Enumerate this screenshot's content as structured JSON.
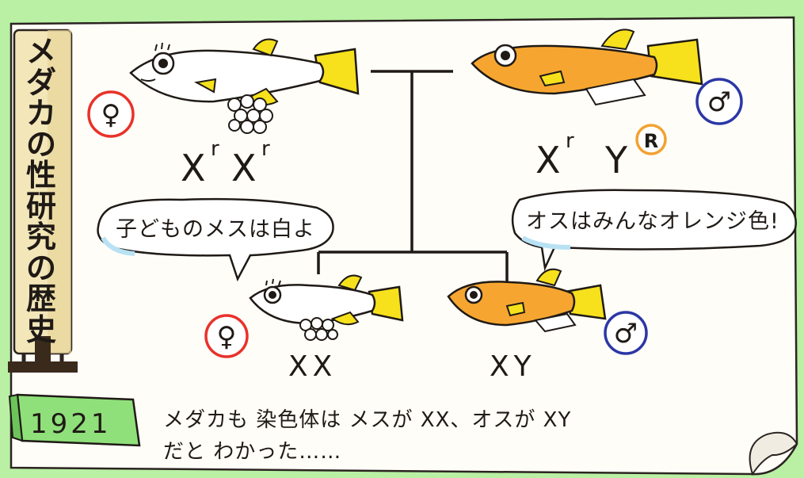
{
  "scroll_title": "メダカの性研究の歴史",
  "parents": {
    "female": {
      "symbol": "♀",
      "genotype_base": "X",
      "genotype_sup": "r"
    },
    "male": {
      "symbol": "♂",
      "genotype_base": "X",
      "genotype_sup": "r",
      "y_base": "Y",
      "y_badge": "R"
    }
  },
  "offspring": {
    "female": {
      "symbol": "♀",
      "genotype": "XX"
    },
    "male": {
      "symbol": "♂",
      "genotype": "XY"
    }
  },
  "bubbles": {
    "left": "子どものメスは白よ",
    "right": "オスはみんなオレンジ色!"
  },
  "year_badge": "1921",
  "caption": {
    "line1": "メダカも 染色体は メスが XX、オスが XY",
    "line2": "だと わかった……"
  },
  "colors": {
    "background": "#b9f0a4",
    "paper": "#fffdf8",
    "orange_fish": "#f6a630",
    "fin_yellow": "#f6e11c",
    "female_ring": "#e8322a",
    "male_ring": "#2b37a6",
    "badge_green": "#8fe07a",
    "scroll": "#f3e6b8",
    "r_badge": "#f2a230"
  }
}
